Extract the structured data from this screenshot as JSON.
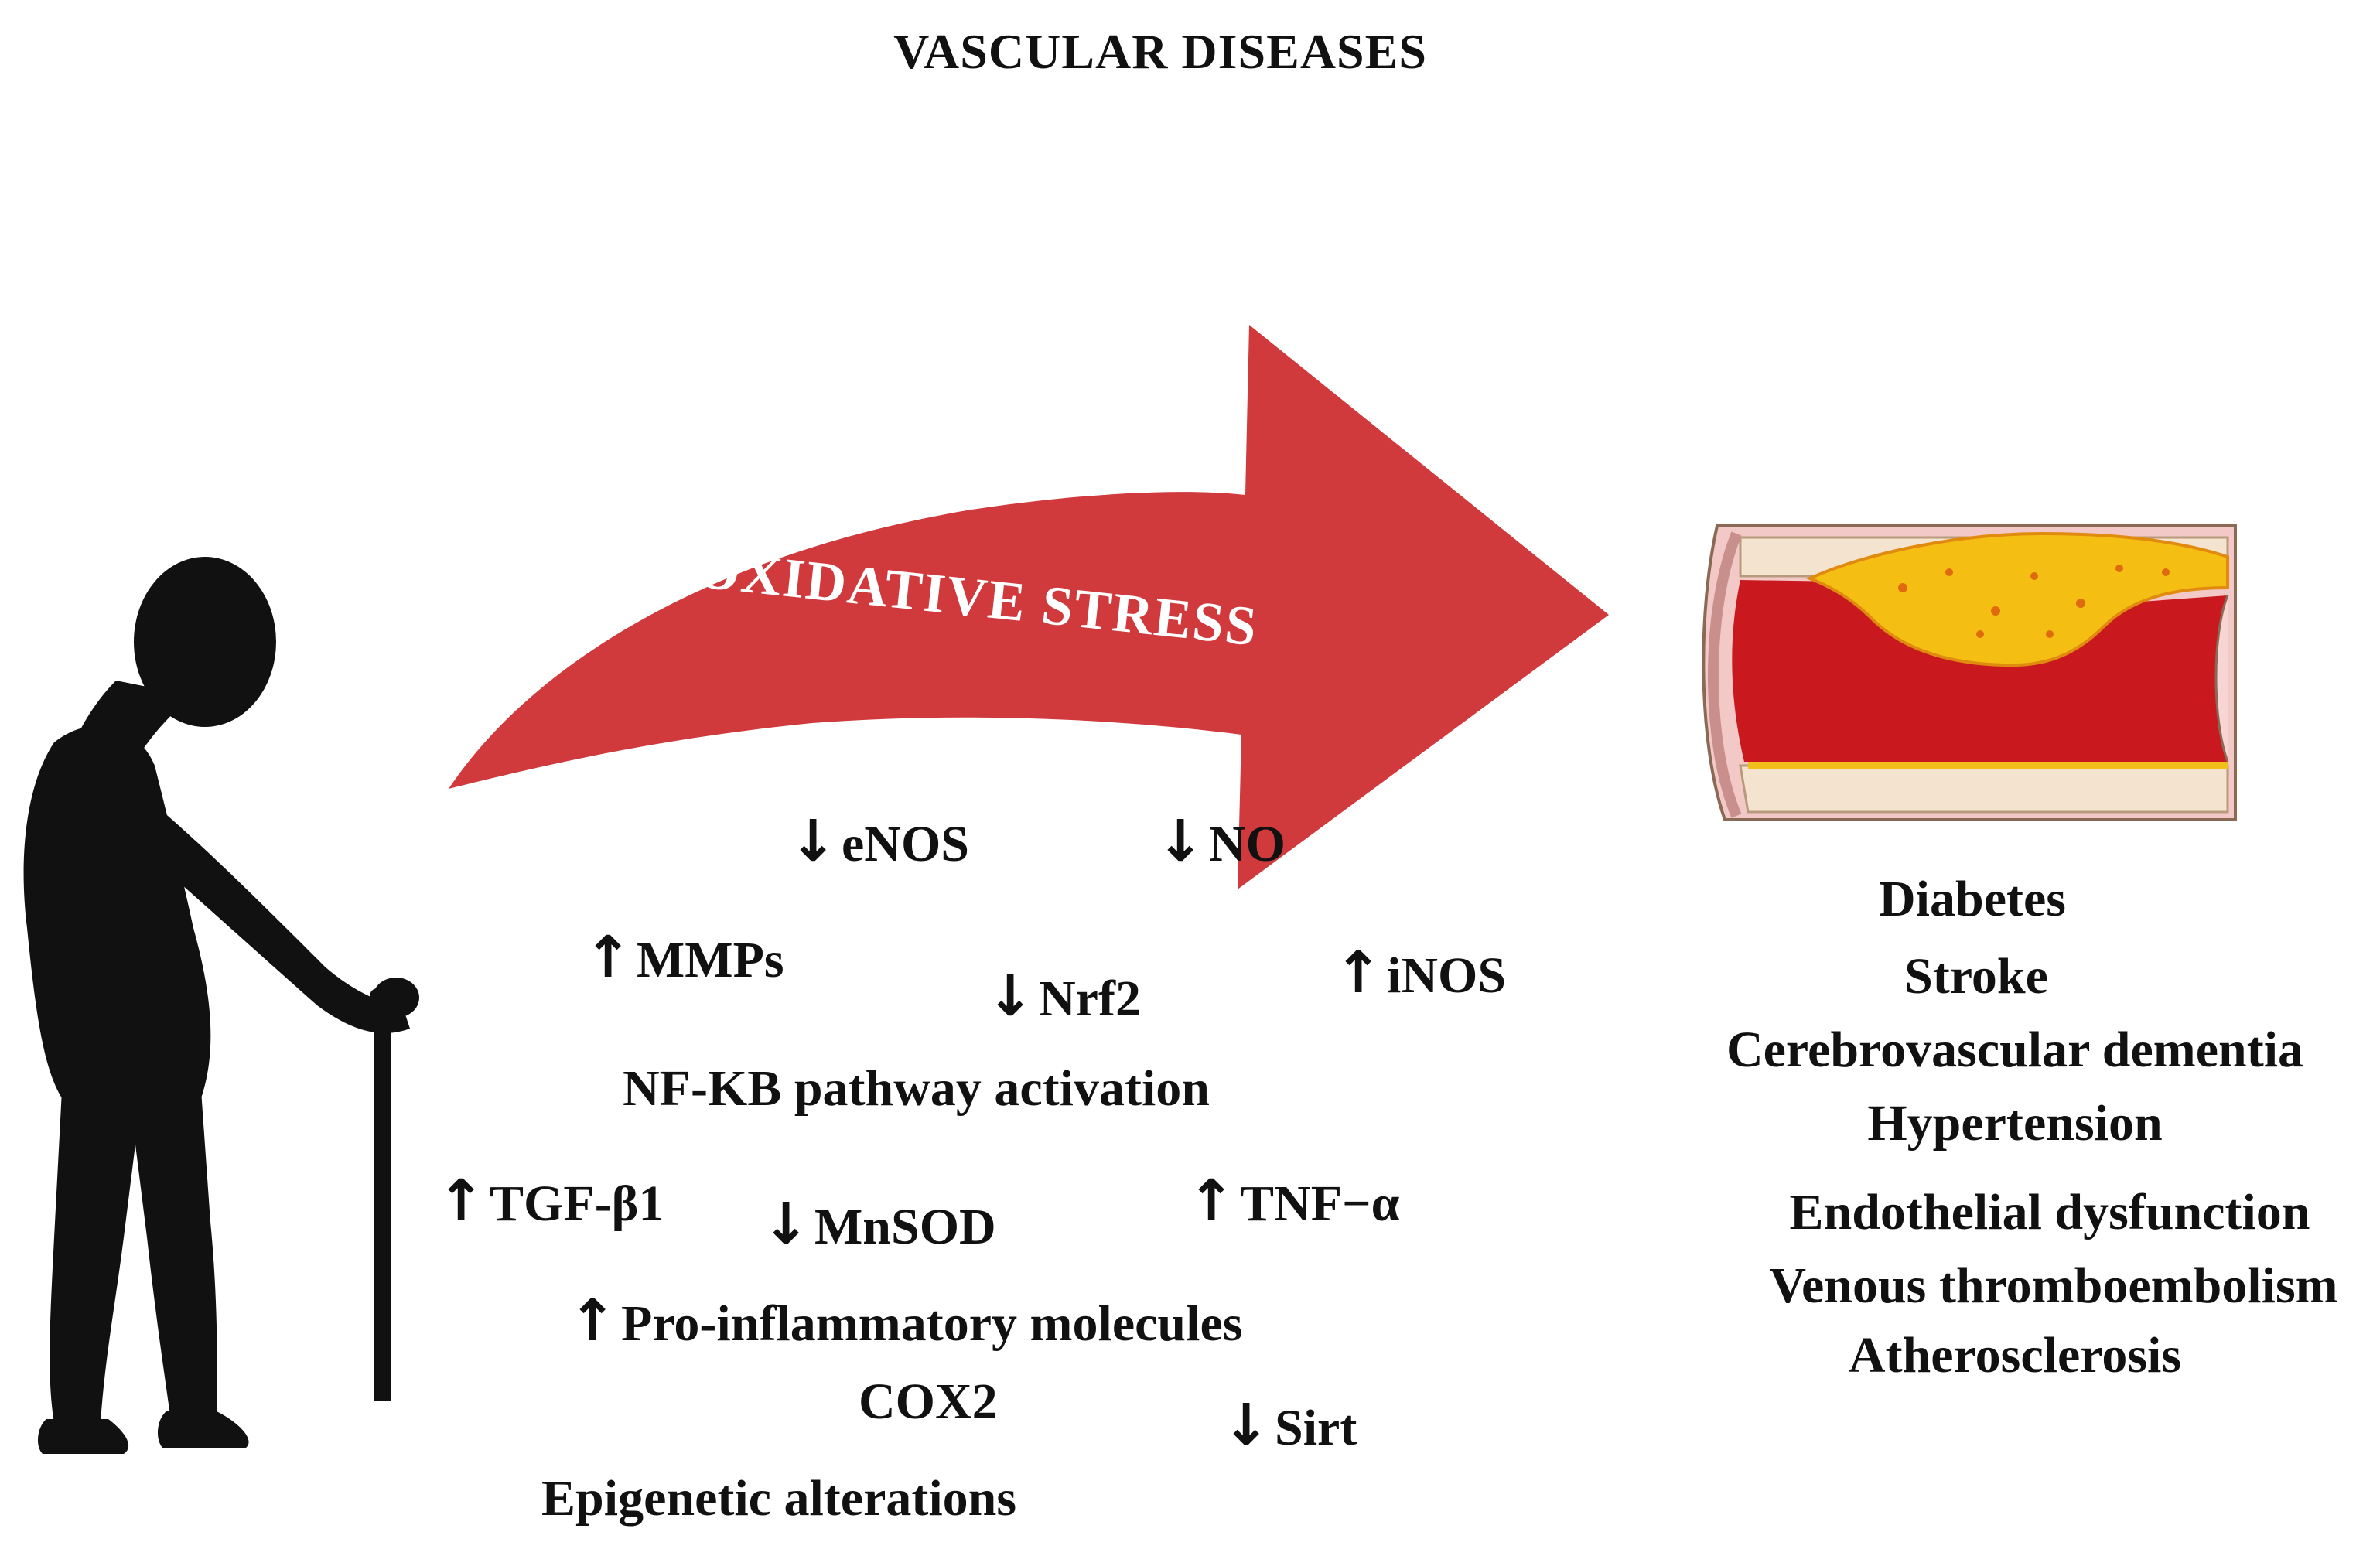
{
  "title": "VASCULAR DISEASES",
  "arrow": {
    "text": "OXIDATIVE STRESS",
    "color": "#d13a3d"
  },
  "figure": {
    "person_icon": "elderly-person-with-cane-icon",
    "vessel_icon": "atherosclerotic-artery-icon"
  },
  "arrows": {
    "up": "↑",
    "down": "↓"
  },
  "markers": [
    {
      "direction": "down",
      "label": "eNOS"
    },
    {
      "direction": "down",
      "label": "NO"
    },
    {
      "direction": "up",
      "label": "MMPs"
    },
    {
      "direction": "down",
      "label": "Nrf2"
    },
    {
      "direction": "up",
      "label": "iNOS"
    },
    {
      "direction": "none",
      "label": "NF-KB pathway activation"
    },
    {
      "direction": "up",
      "label": "TGF-β1"
    },
    {
      "direction": "down",
      "label": "MnSOD"
    },
    {
      "direction": "up",
      "label": "TNF−α"
    },
    {
      "direction": "up",
      "label": "Pro-inflammatory molecules"
    },
    {
      "direction": "none",
      "label": "COX2"
    },
    {
      "direction": "down",
      "label": "Sirt"
    },
    {
      "direction": "none",
      "label": "Epigenetic alterations"
    }
  ],
  "diseases": [
    "Diabetes",
    "Stroke",
    "Cerebrovascular dementia",
    "Hypertension",
    "Endothelial dysfunction",
    "Venous thromboembolism",
    "Atherosclerosis"
  ]
}
